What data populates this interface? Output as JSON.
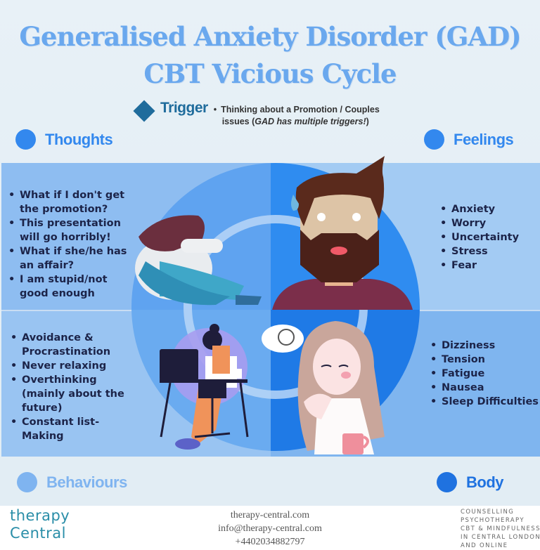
{
  "title": {
    "line1": "Generalised Anxiety Disorder (GAD)",
    "line2": "CBT Vicious Cycle"
  },
  "trigger": {
    "label": "Trigger",
    "icon": "diamond-icon",
    "text_line1": "Thinking about a Promotion / Couples",
    "text_line2_prefix": "issues (",
    "text_line2_em": "GAD has multiple triggers!",
    "text_line2_suffix": ")"
  },
  "categories": {
    "thoughts": {
      "label": "Thoughts",
      "color": "#3388ee"
    },
    "feelings": {
      "label": "Feelings",
      "color": "#3388ee"
    },
    "behaviours": {
      "label": "Behaviours",
      "color": "#7fb4f0"
    },
    "body": {
      "label": "Body",
      "color": "#1f72e0"
    }
  },
  "panels": {
    "thoughts": {
      "items": [
        "What if I don't get the promotion?",
        "This presentation will go horribly!",
        "What if she/he has an affair?",
        "I am stupid/not good enough"
      ],
      "illustration": "woman-hugging-knees"
    },
    "feelings": {
      "items": [
        "Anxiety",
        "Worry",
        "Uncertainty",
        "Stress",
        "Fear"
      ],
      "illustration": "anxious-bearded-man"
    },
    "behaviours": {
      "items": [
        "Avoidance & Procrastination",
        "Never relaxing",
        "Overthinking (mainly about the future)",
        "Constant list-Making"
      ],
      "illustration": "stressed-woman-at-desk"
    },
    "body": {
      "items": [
        "Dizziness",
        "Tension",
        "Fatigue",
        "Nausea",
        "Sleep Difficulties"
      ],
      "illustration": "tired-woman-with-mug"
    }
  },
  "footer": {
    "logo_line1": "therapy",
    "logo_line2": "Central",
    "website": "therapy-central.com",
    "email": "info@therapy-central.com",
    "phone": "+4402034882797",
    "tagline": [
      "COUNSELLING",
      "PSYCHOTHERAPY",
      "CBT & MINDFULNESS",
      "IN CENTRAL LONDON",
      "AND ONLINE"
    ]
  }
}
